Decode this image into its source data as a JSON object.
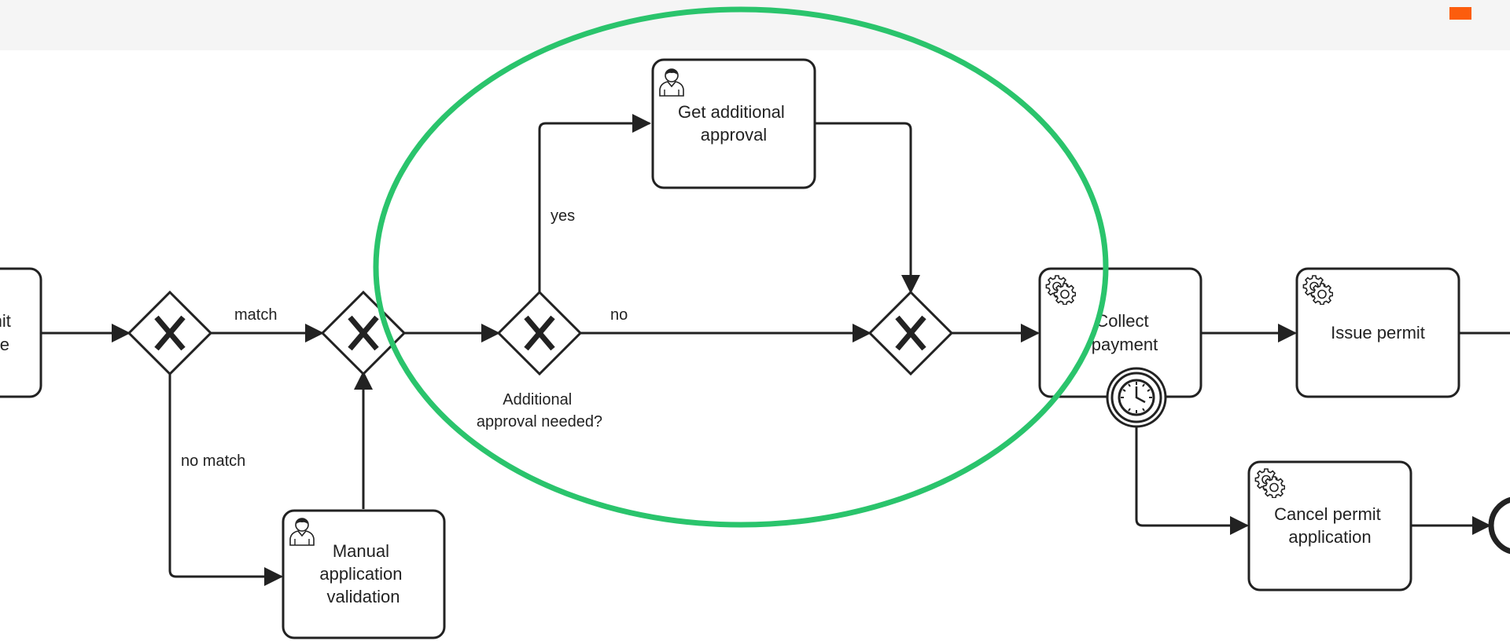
{
  "diagram": {
    "tasks": {
      "submit": {
        "lines": [
          "nit",
          "e"
        ],
        "icon": ""
      },
      "get_approval": {
        "lines": [
          "Get additional",
          "approval"
        ],
        "icon": "user-task-icon"
      },
      "collect_payment": {
        "lines": [
          "Collect",
          "payment"
        ],
        "icon": "service-task-icon"
      },
      "issue_permit": {
        "lines": [
          "Issue permit"
        ],
        "icon": "service-task-icon"
      },
      "manual_validation": {
        "lines": [
          "Manual",
          "application",
          "validation"
        ],
        "icon": "user-task-icon"
      },
      "cancel_permit": {
        "lines": [
          "Cancel permit",
          "application"
        ],
        "icon": "service-task-icon"
      }
    },
    "gateway_labels": {
      "additional_approval": [
        "Additional",
        "approval needed?"
      ]
    },
    "flow_labels": {
      "match": "match",
      "no_match": "no match",
      "yes": "yes",
      "no": "no"
    },
    "timer_event": {
      "icon": "clock-icon"
    },
    "end_event": {
      "icon": "end-event-icon"
    }
  },
  "colors": {
    "highlight": "#2ac46c",
    "brand": "#fc5d0d",
    "topbar": "#f5f5f5",
    "stroke": "#222222"
  }
}
